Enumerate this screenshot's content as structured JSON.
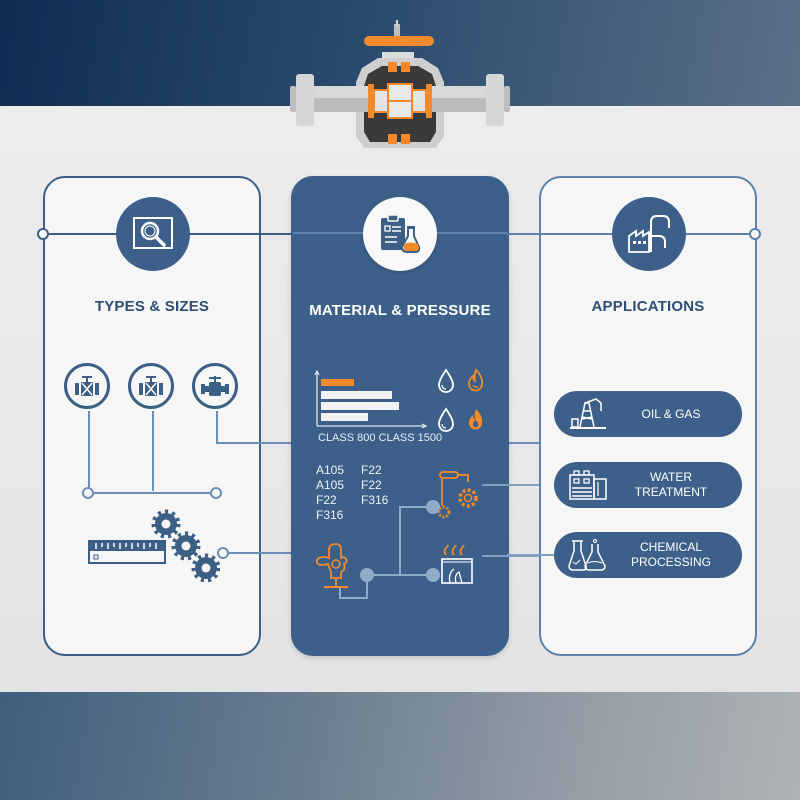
{
  "header": {
    "hero_icon": "ball-valve-cutaway-icon"
  },
  "colors": {
    "primary": "#3c6089",
    "dark_navy": "#0f2d52",
    "accent_orange": "#f08a2c",
    "panel_light": "#f6f6f6",
    "background": "#e8e8e8"
  },
  "panels": {
    "types_sizes": {
      "title": "TYPES & SIZES",
      "icon": "inspect-magnifier-icon",
      "valve_icons": [
        "gate-valve-icon",
        "globe-valve-icon",
        "ball-valve-icon"
      ],
      "bottom_icons": [
        "ruler-icon",
        "gears-icon"
      ]
    },
    "material_pressure": {
      "title": "MATERIAL & PRESSURE",
      "icon": "clipboard-flask-icon",
      "pressure_chart_label": "CLASS 800 CLASS 1500",
      "pressure_icons": [
        "water-drop-icon",
        "flame-outline-icon",
        "water-drop-icon",
        "flame-filled-icon"
      ],
      "materials_col1": [
        "A105",
        "A105",
        "F22",
        "F316"
      ],
      "materials_col2": [
        "F22",
        "F22",
        "F316"
      ],
      "process_icons": [
        "actuator-gears-icon",
        "furnace-heat-icon",
        "valve-handwheel-icon"
      ]
    },
    "applications": {
      "title": "APPLICATIONS",
      "icon": "factory-pipe-icon",
      "items": [
        {
          "label": "OIL & GAS",
          "icon": "oil-rig-icon"
        },
        {
          "label_line1": "WATER",
          "label_line2": "TREATMENT",
          "icon": "water-treatment-icon"
        },
        {
          "label_line1": "CHEMICAL",
          "label_line2": "PROCESSING",
          "icon": "chemical-flasks-icon"
        }
      ]
    }
  }
}
